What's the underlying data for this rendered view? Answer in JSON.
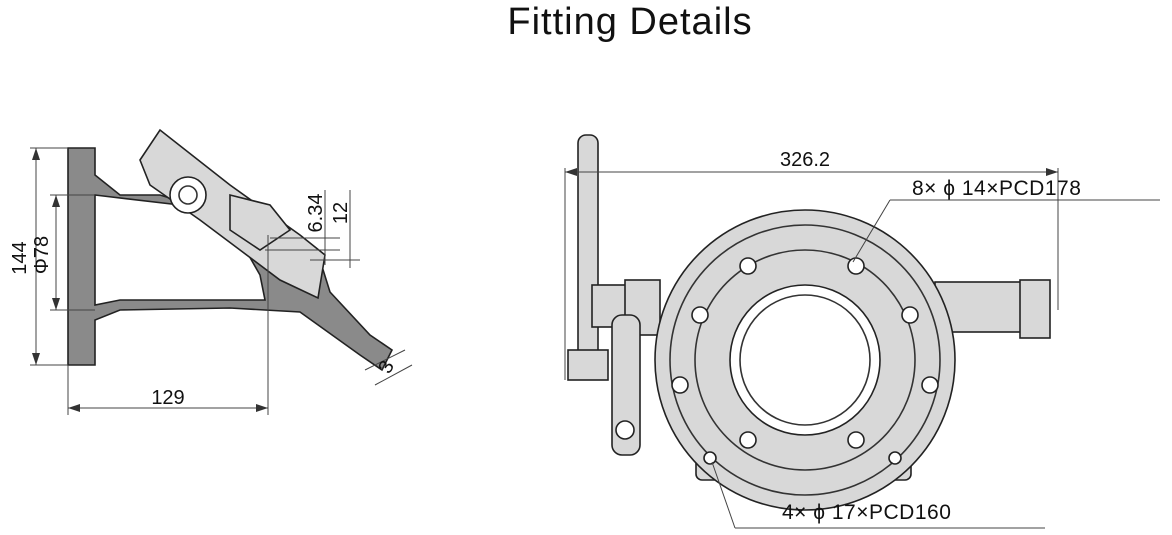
{
  "title": "Fitting Details",
  "section_view": {
    "dim_height": "144",
    "dim_bore": "Φ78",
    "dim_length": "129",
    "dim_offset_1": "6.34",
    "dim_offset_2": "12",
    "dim_thickness": "3"
  },
  "front_view": {
    "dim_width": "326.2",
    "bolt_note_top": "8× ϕ 14×PCD178",
    "bolt_note_bottom": "4× ϕ 17×PCD160"
  }
}
